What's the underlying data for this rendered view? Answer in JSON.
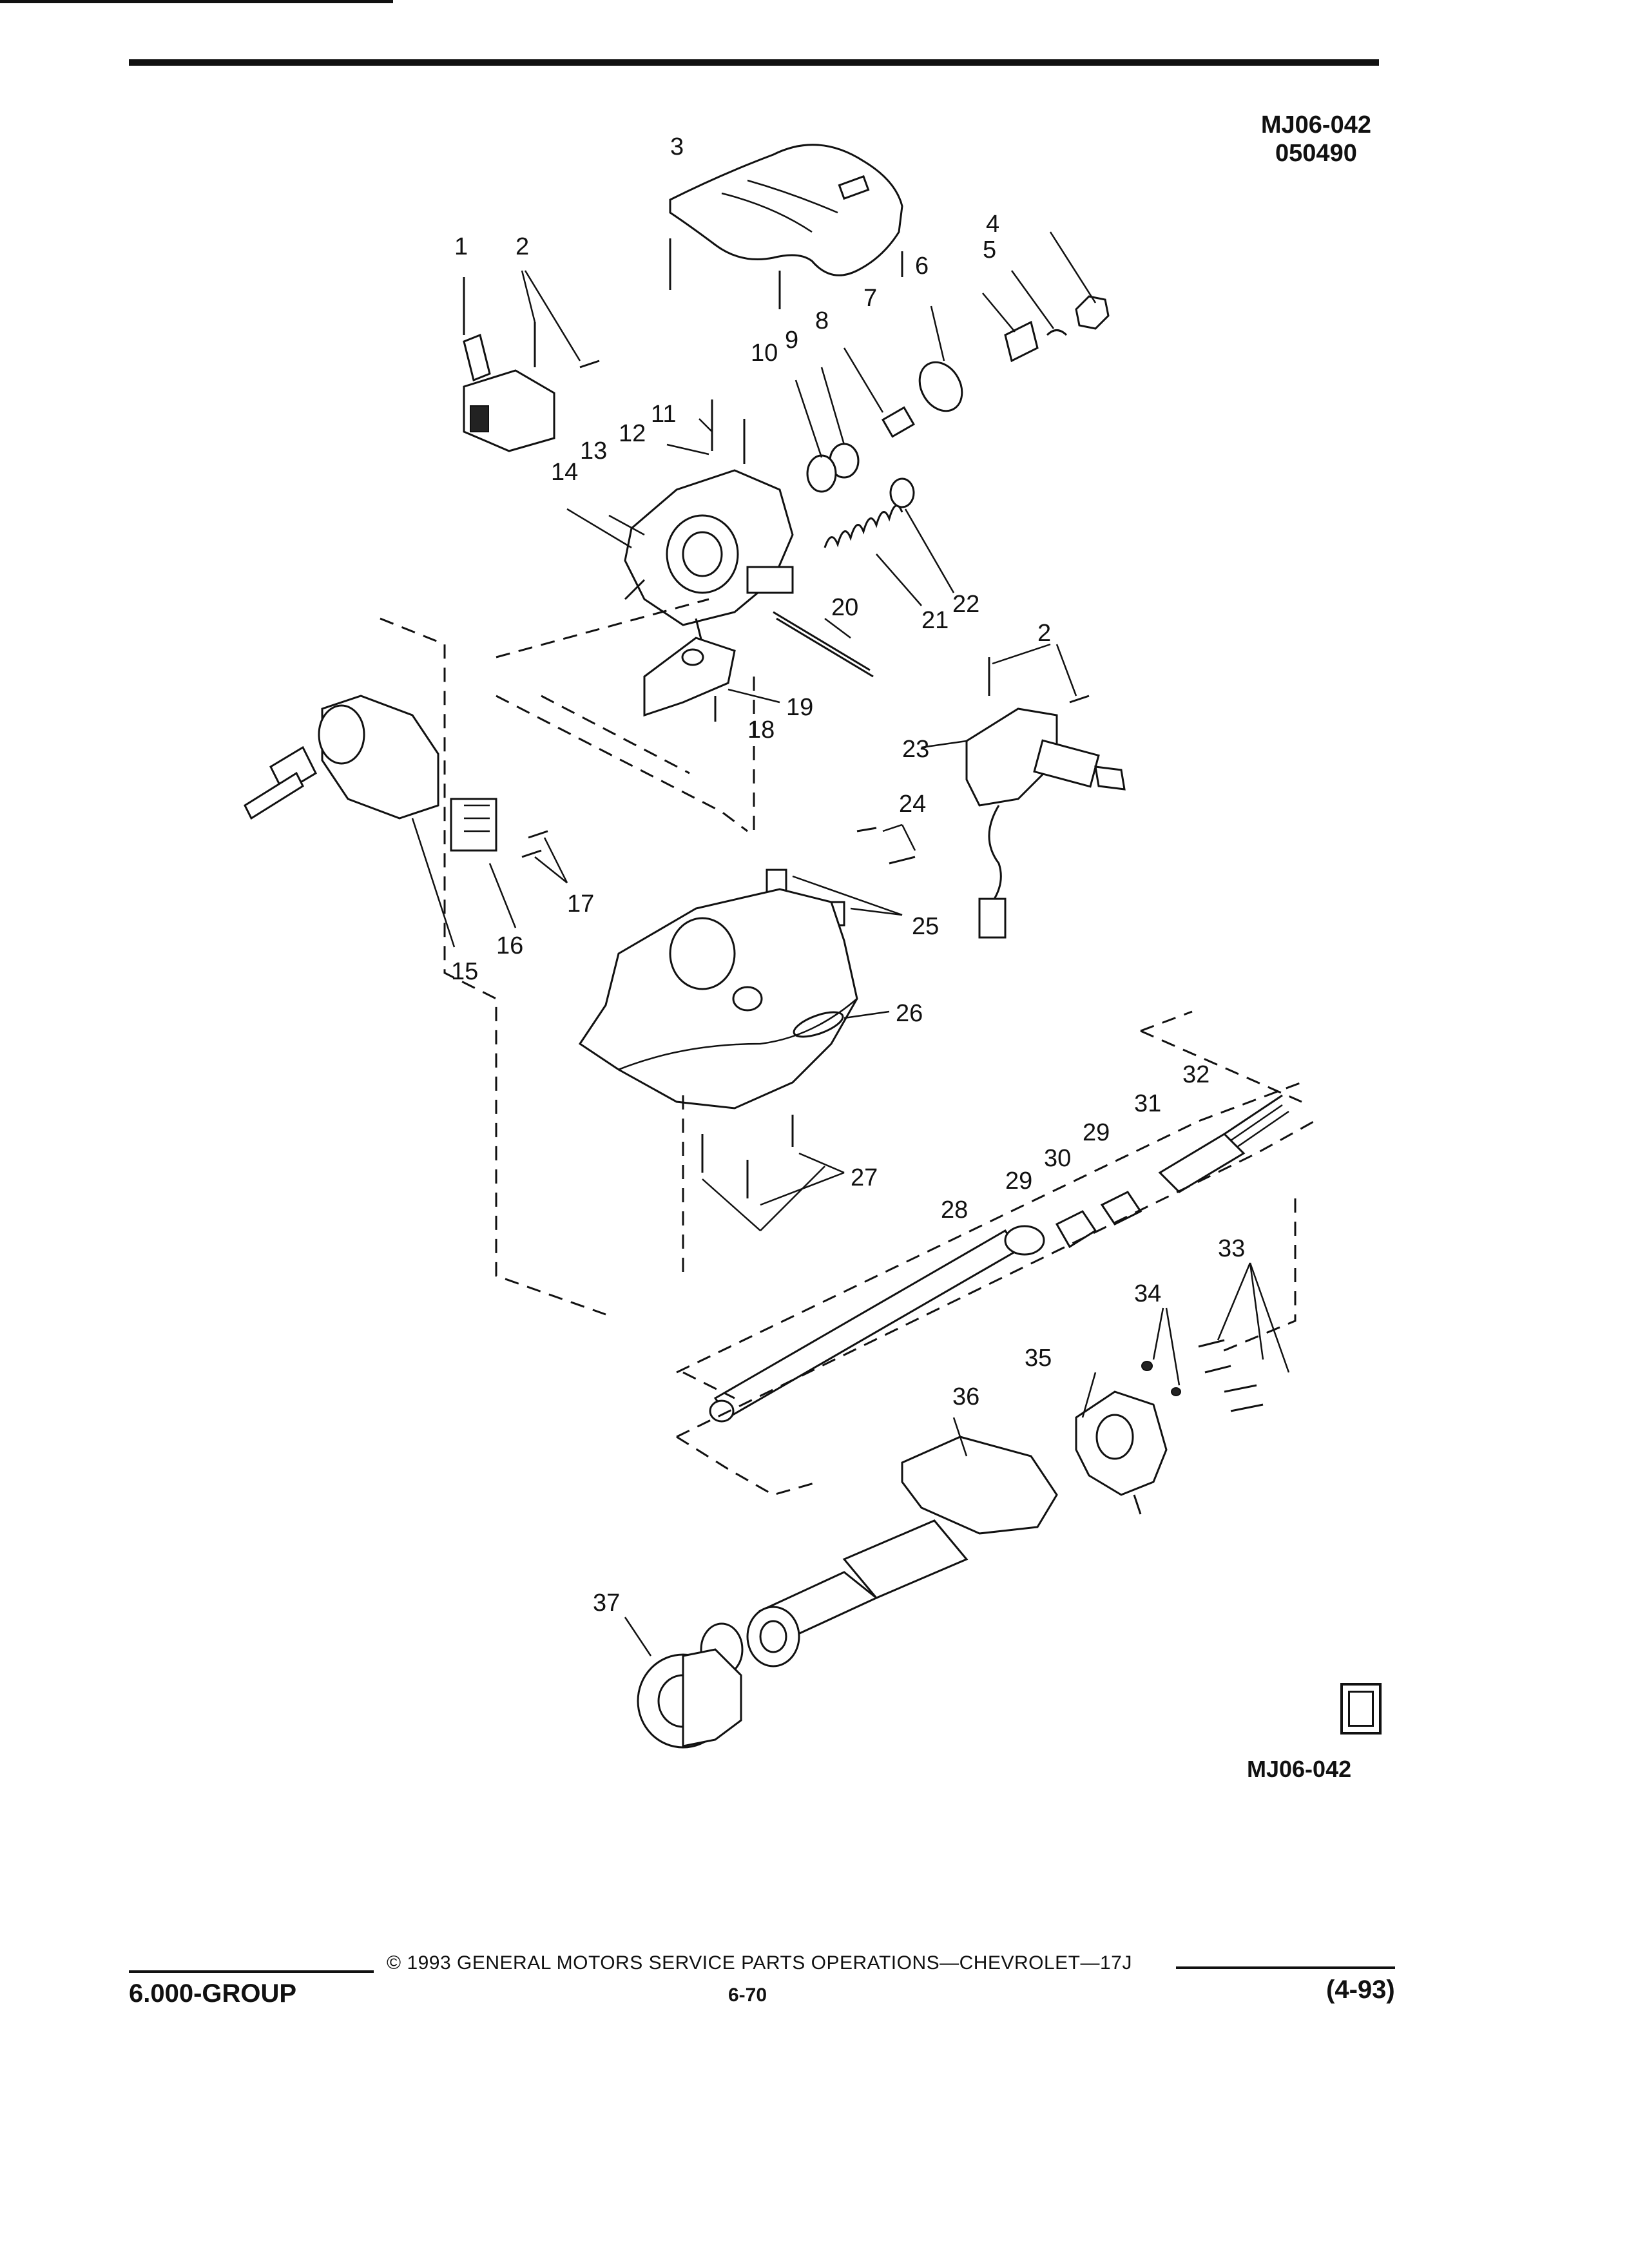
{
  "header": {
    "ref_code": "MJ06-042",
    "ref_date": "050490"
  },
  "callouts": [
    "1",
    "2",
    "3",
    "4",
    "5",
    "6",
    "7",
    "8",
    "9",
    "10",
    "11",
    "12",
    "13",
    "14",
    "15",
    "16",
    "17",
    "18",
    "19",
    "20",
    "21",
    "22",
    "2",
    "23",
    "24",
    "25",
    "26",
    "27",
    "28",
    "29",
    "30",
    "29",
    "31",
    "32",
    "33",
    "34",
    "35",
    "36",
    "37"
  ],
  "logo": {
    "code": "MJ06-042"
  },
  "footer": {
    "copyright": "©  1993  GENERAL MOTORS SERVICE PARTS OPERATIONS—CHEVROLET—17J",
    "group": "6.000-GROUP",
    "page": "6-70",
    "date": "(4-93)"
  }
}
